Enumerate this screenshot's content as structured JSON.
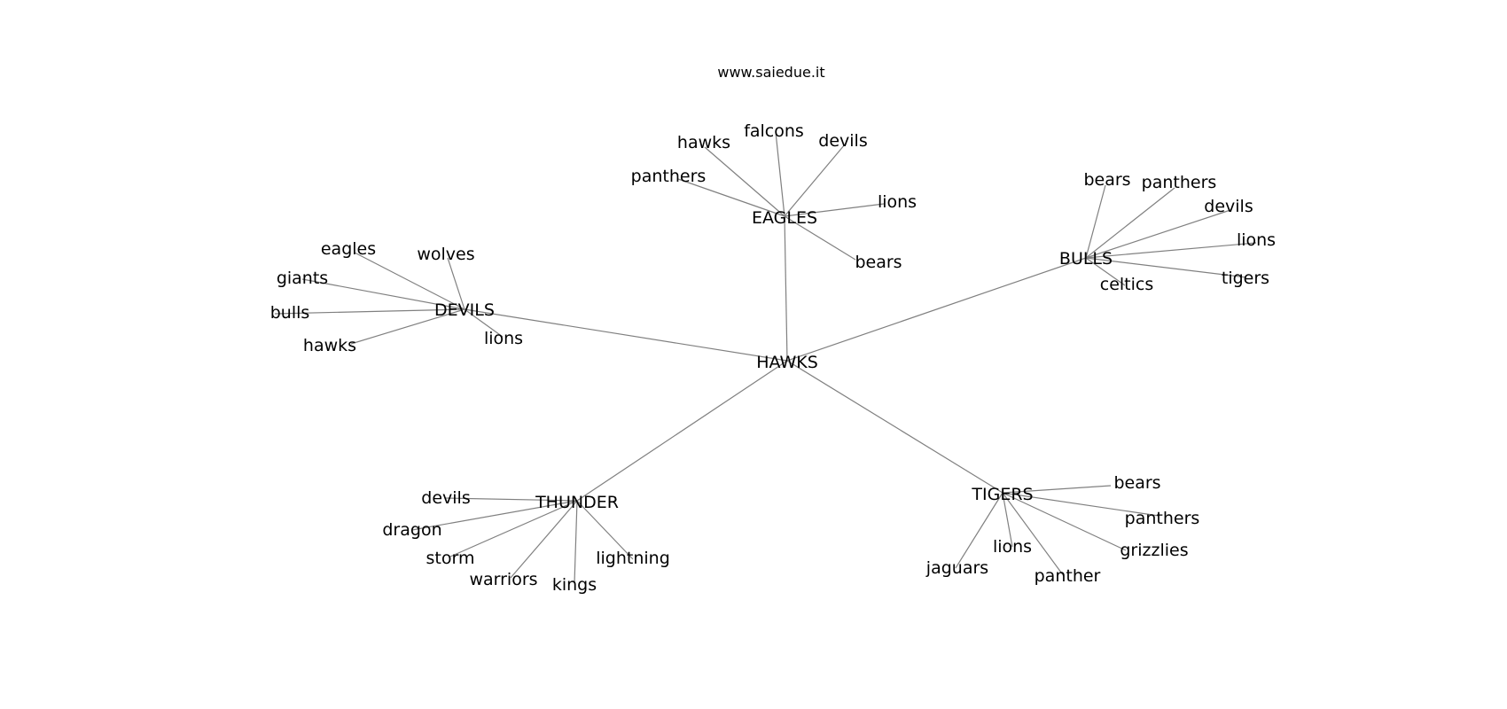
{
  "watermark": "www.saiedue.it",
  "graph": {
    "root": "HAWKS",
    "hubs": [
      {
        "label": "EAGLES",
        "children": [
          "panthers",
          "hawks",
          "falcons",
          "devils",
          "lions",
          "bears"
        ]
      },
      {
        "label": "BULLS",
        "children": [
          "bears",
          "panthers",
          "devils",
          "lions",
          "tigers",
          "celtics"
        ]
      },
      {
        "label": "DEVILS",
        "children": [
          "eagles",
          "wolves",
          "giants",
          "bulls",
          "hawks",
          "lions"
        ]
      },
      {
        "label": "THUNDER",
        "children": [
          "devils",
          "dragon",
          "storm",
          "warriors",
          "kings",
          "lightning"
        ]
      },
      {
        "label": "TIGERS",
        "children": [
          "bears",
          "panthers",
          "grizzlies",
          "panther",
          "lions",
          "jaguars"
        ]
      }
    ],
    "colors": {
      "edge": "#808080",
      "text": "#000000",
      "background": "#ffffff"
    }
  }
}
